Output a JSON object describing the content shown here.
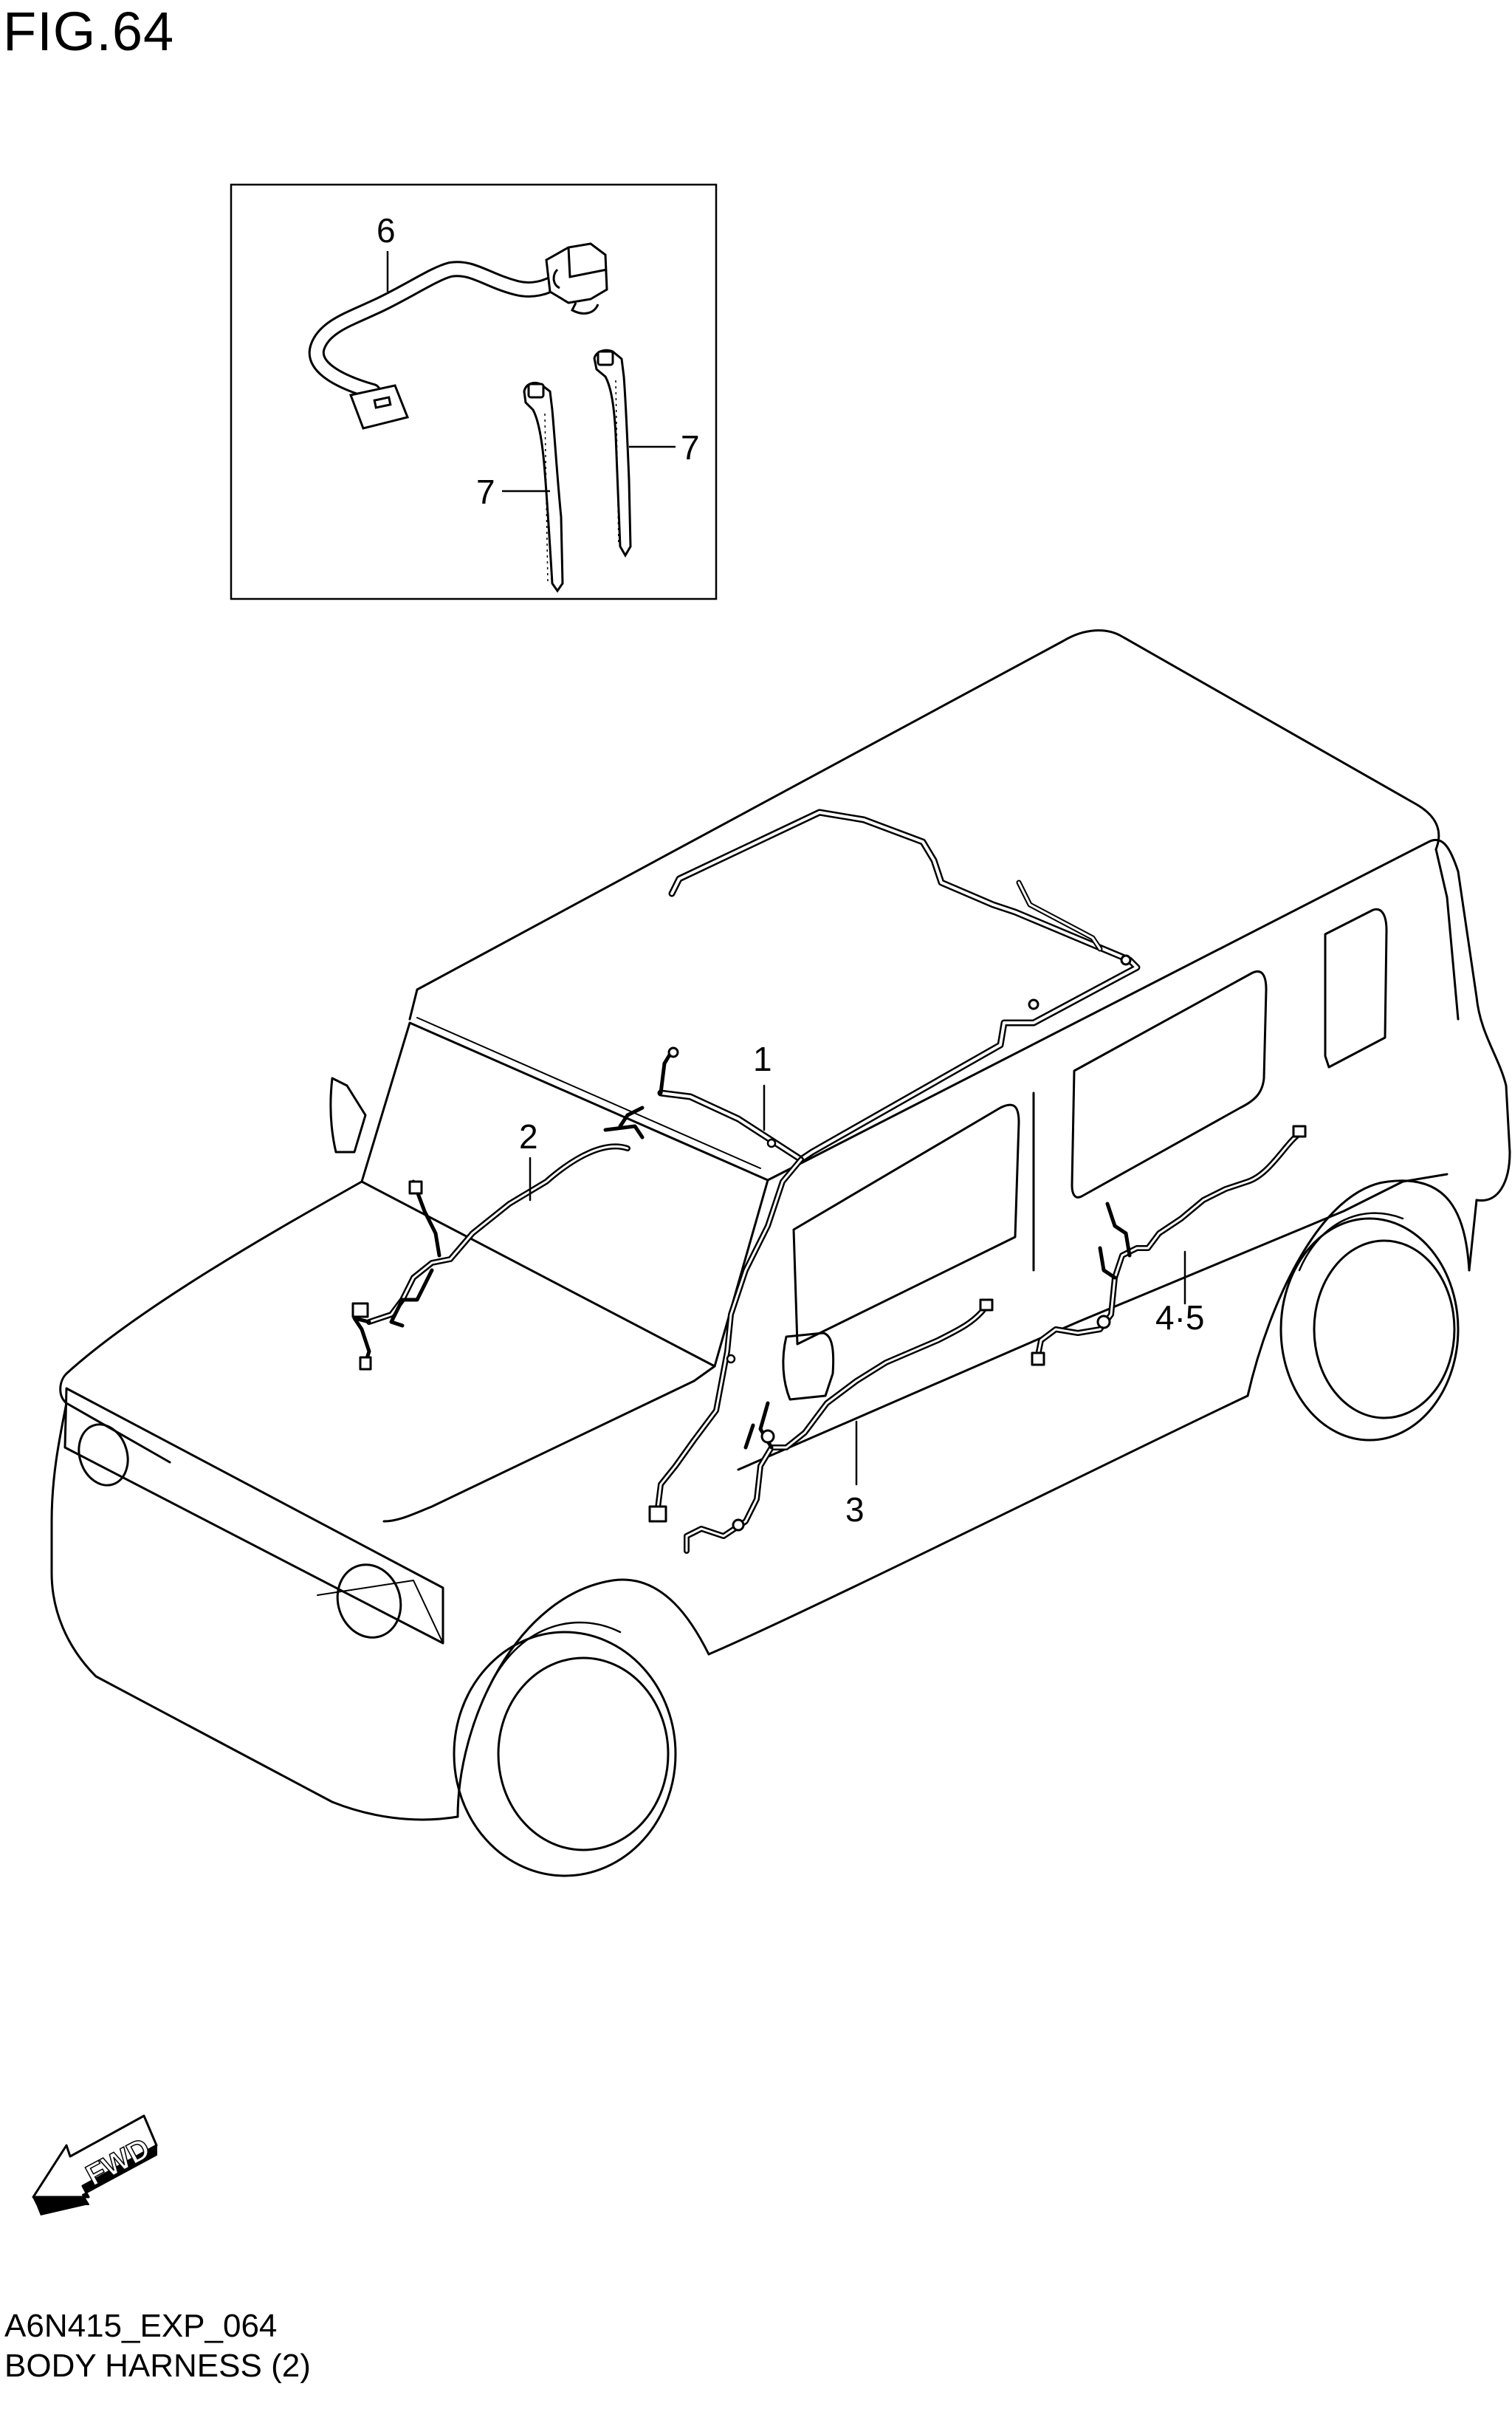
{
  "figure": {
    "title": "FIG.64",
    "reference_code": "A6N415_EXP_064",
    "caption": "BODY HARNESS (2)"
  },
  "callouts": {
    "part_1": "1",
    "part_2": "2",
    "part_3": "3",
    "part_4_5": "4·5",
    "part_6": "6",
    "part_7a": "7",
    "part_7b": "7"
  },
  "direction_marker": {
    "label": "FWD",
    "icon": "forward-arrow-icon"
  },
  "colors": {
    "line": "#000000",
    "background": "#ffffff"
  }
}
